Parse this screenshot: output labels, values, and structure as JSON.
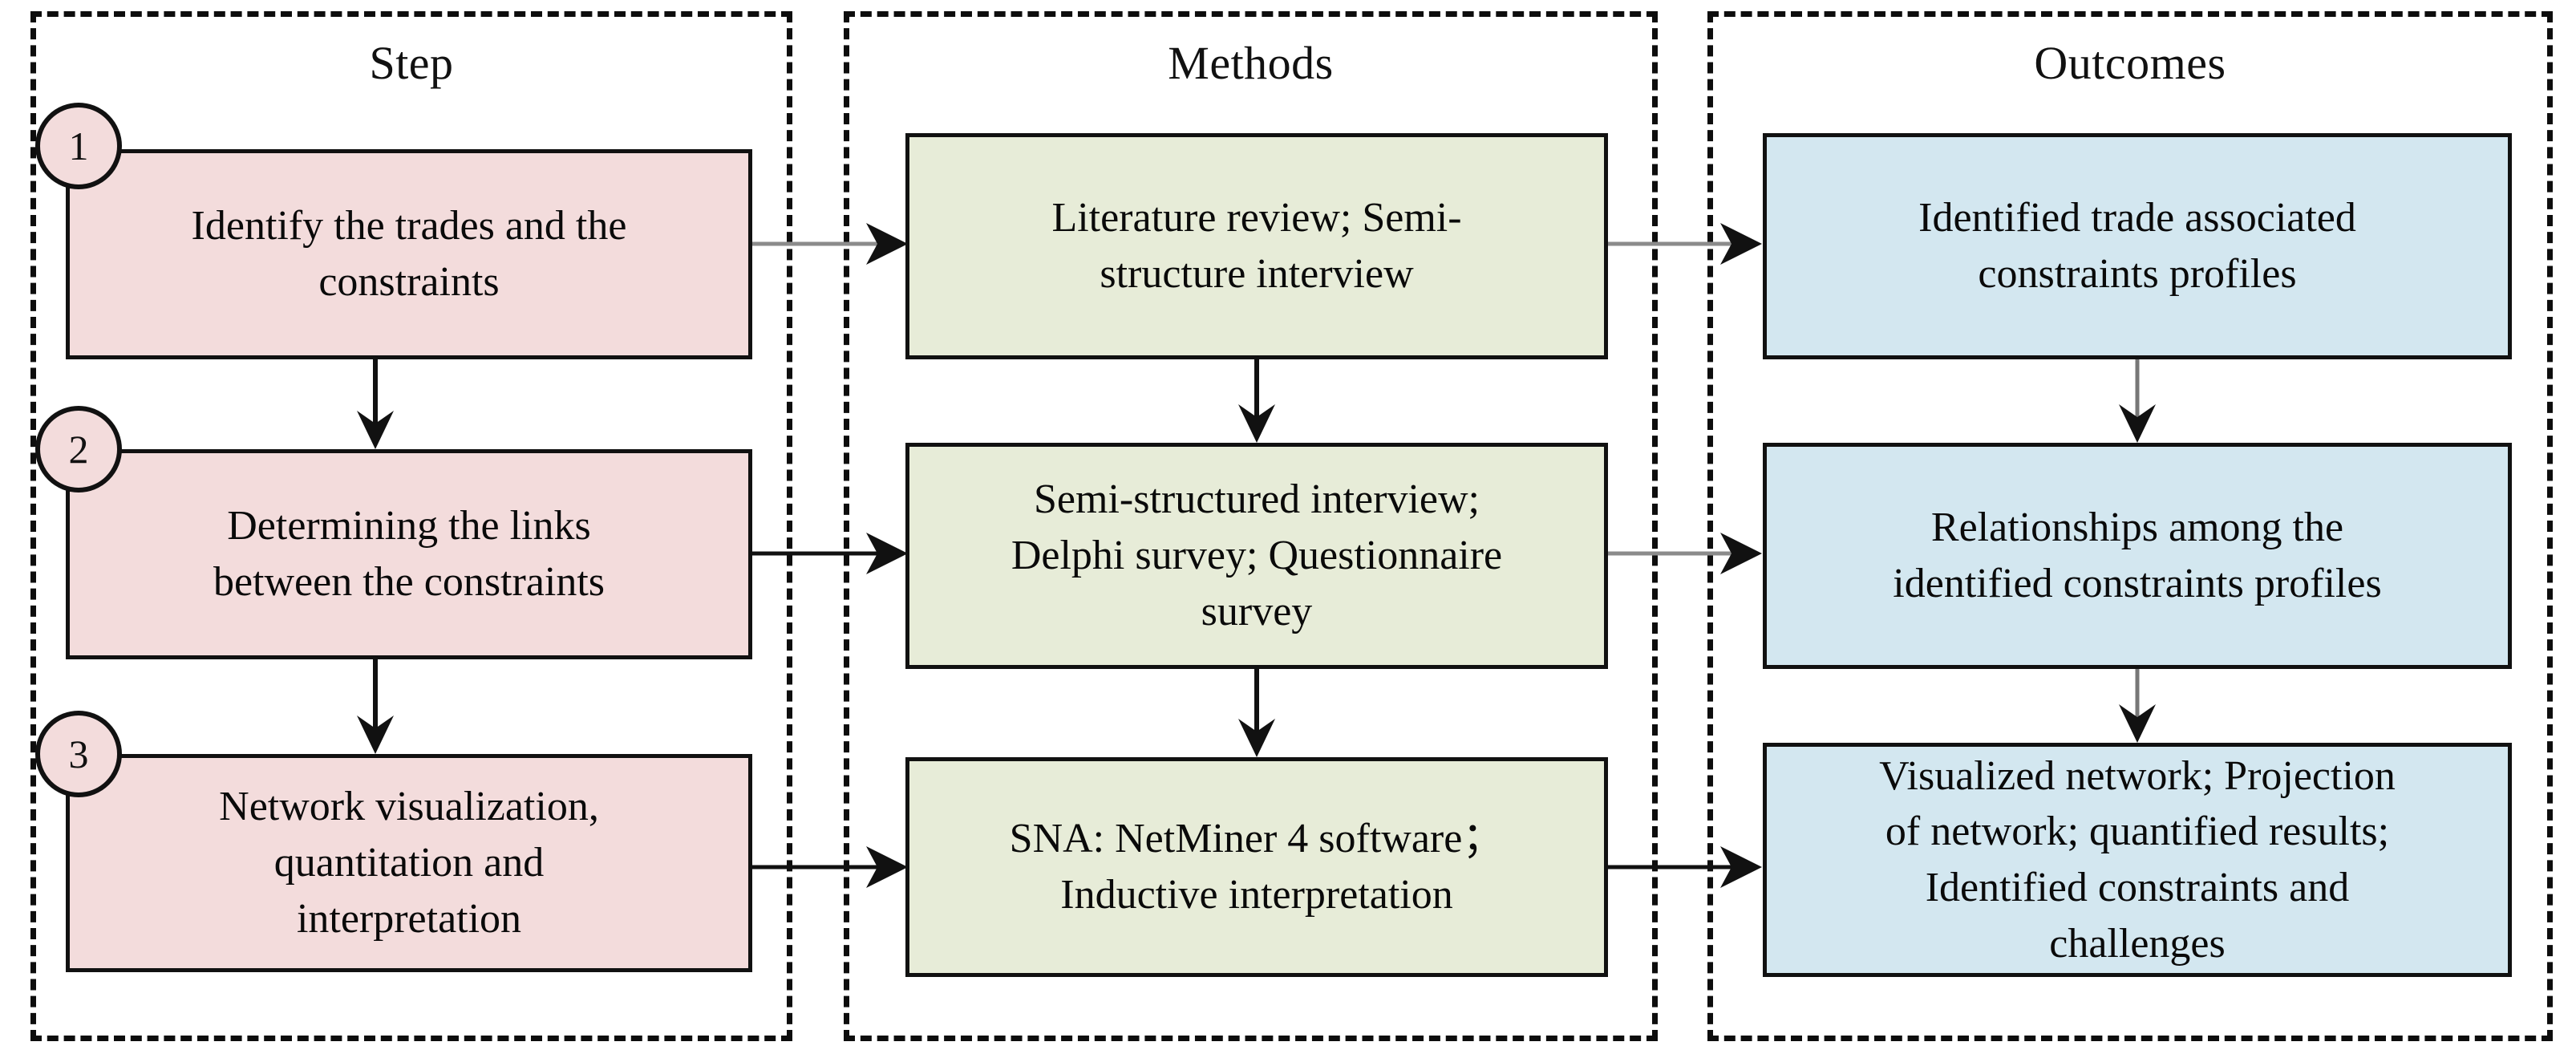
{
  "diagram": {
    "title_row": {
      "step": "Step",
      "methods": "Methods",
      "outcomes": "Outcomes"
    },
    "colors": {
      "step_box_fill": "#f3dcdc",
      "methods_box_fill": "#e7ecd8",
      "outcomes_box_fill": "#d3e7f0",
      "box_border": "#111111",
      "panel_border": "#0d0d0d",
      "arrow": "#111111",
      "horizontal_link": "#888888",
      "background": "#ffffff"
    },
    "columns": [
      {
        "key": "step",
        "header": "Step",
        "boxes": [
          {
            "badge": "1",
            "text_line1": "Identify the trades and the",
            "text_line2": "constraints"
          },
          {
            "badge": "2",
            "text_line1": "Determining the links",
            "text_line2": "between the constraints"
          },
          {
            "badge": "3",
            "text_line1": "Network visualization,",
            "text_line2": "quantitation and",
            "text_line3": "interpretation"
          }
        ]
      },
      {
        "key": "methods",
        "header": "Methods",
        "boxes": [
          {
            "text_line1": "Literature review; Semi-",
            "text_line2": "structure interview"
          },
          {
            "text_line1": "Semi-structured interview;",
            "text_line2": "Delphi survey; Questionnaire",
            "text_line3": "survey"
          },
          {
            "text_line1": "SNA: NetMiner 4 software；",
            "text_line2": "Inductive interpretation"
          }
        ]
      },
      {
        "key": "outcomes",
        "header": "Outcomes",
        "boxes": [
          {
            "text_line1": "Identified  trade associated",
            "text_line2": "constraints profiles"
          },
          {
            "text_line1": "Relationships among the",
            "text_line2": "identified constraints profiles"
          },
          {
            "text_line1": "Visualized network; Projection",
            "text_line2": "of network; quantified results;",
            "text_line3": "Identified constraints and",
            "text_line4": "challenges"
          }
        ]
      }
    ],
    "connectors": {
      "step_1_to_2": "arrow-down",
      "step_2_to_3": "arrow-down",
      "methods_1_to_2": "arrow-down",
      "methods_2_to_3": "arrow-down",
      "outcomes_1_to_2": "arrow-down",
      "outcomes_2_to_3": "arrow-down",
      "step_1_to_methods_1": "arrow-right",
      "step_2_to_methods_2": "arrow-right",
      "step_3_to_methods_3": "arrow-right",
      "methods_1_to_outcomes_1": "arrow-right",
      "methods_2_to_outcomes_2": "arrow-right",
      "methods_3_to_outcomes_3": "arrow-right"
    }
  }
}
